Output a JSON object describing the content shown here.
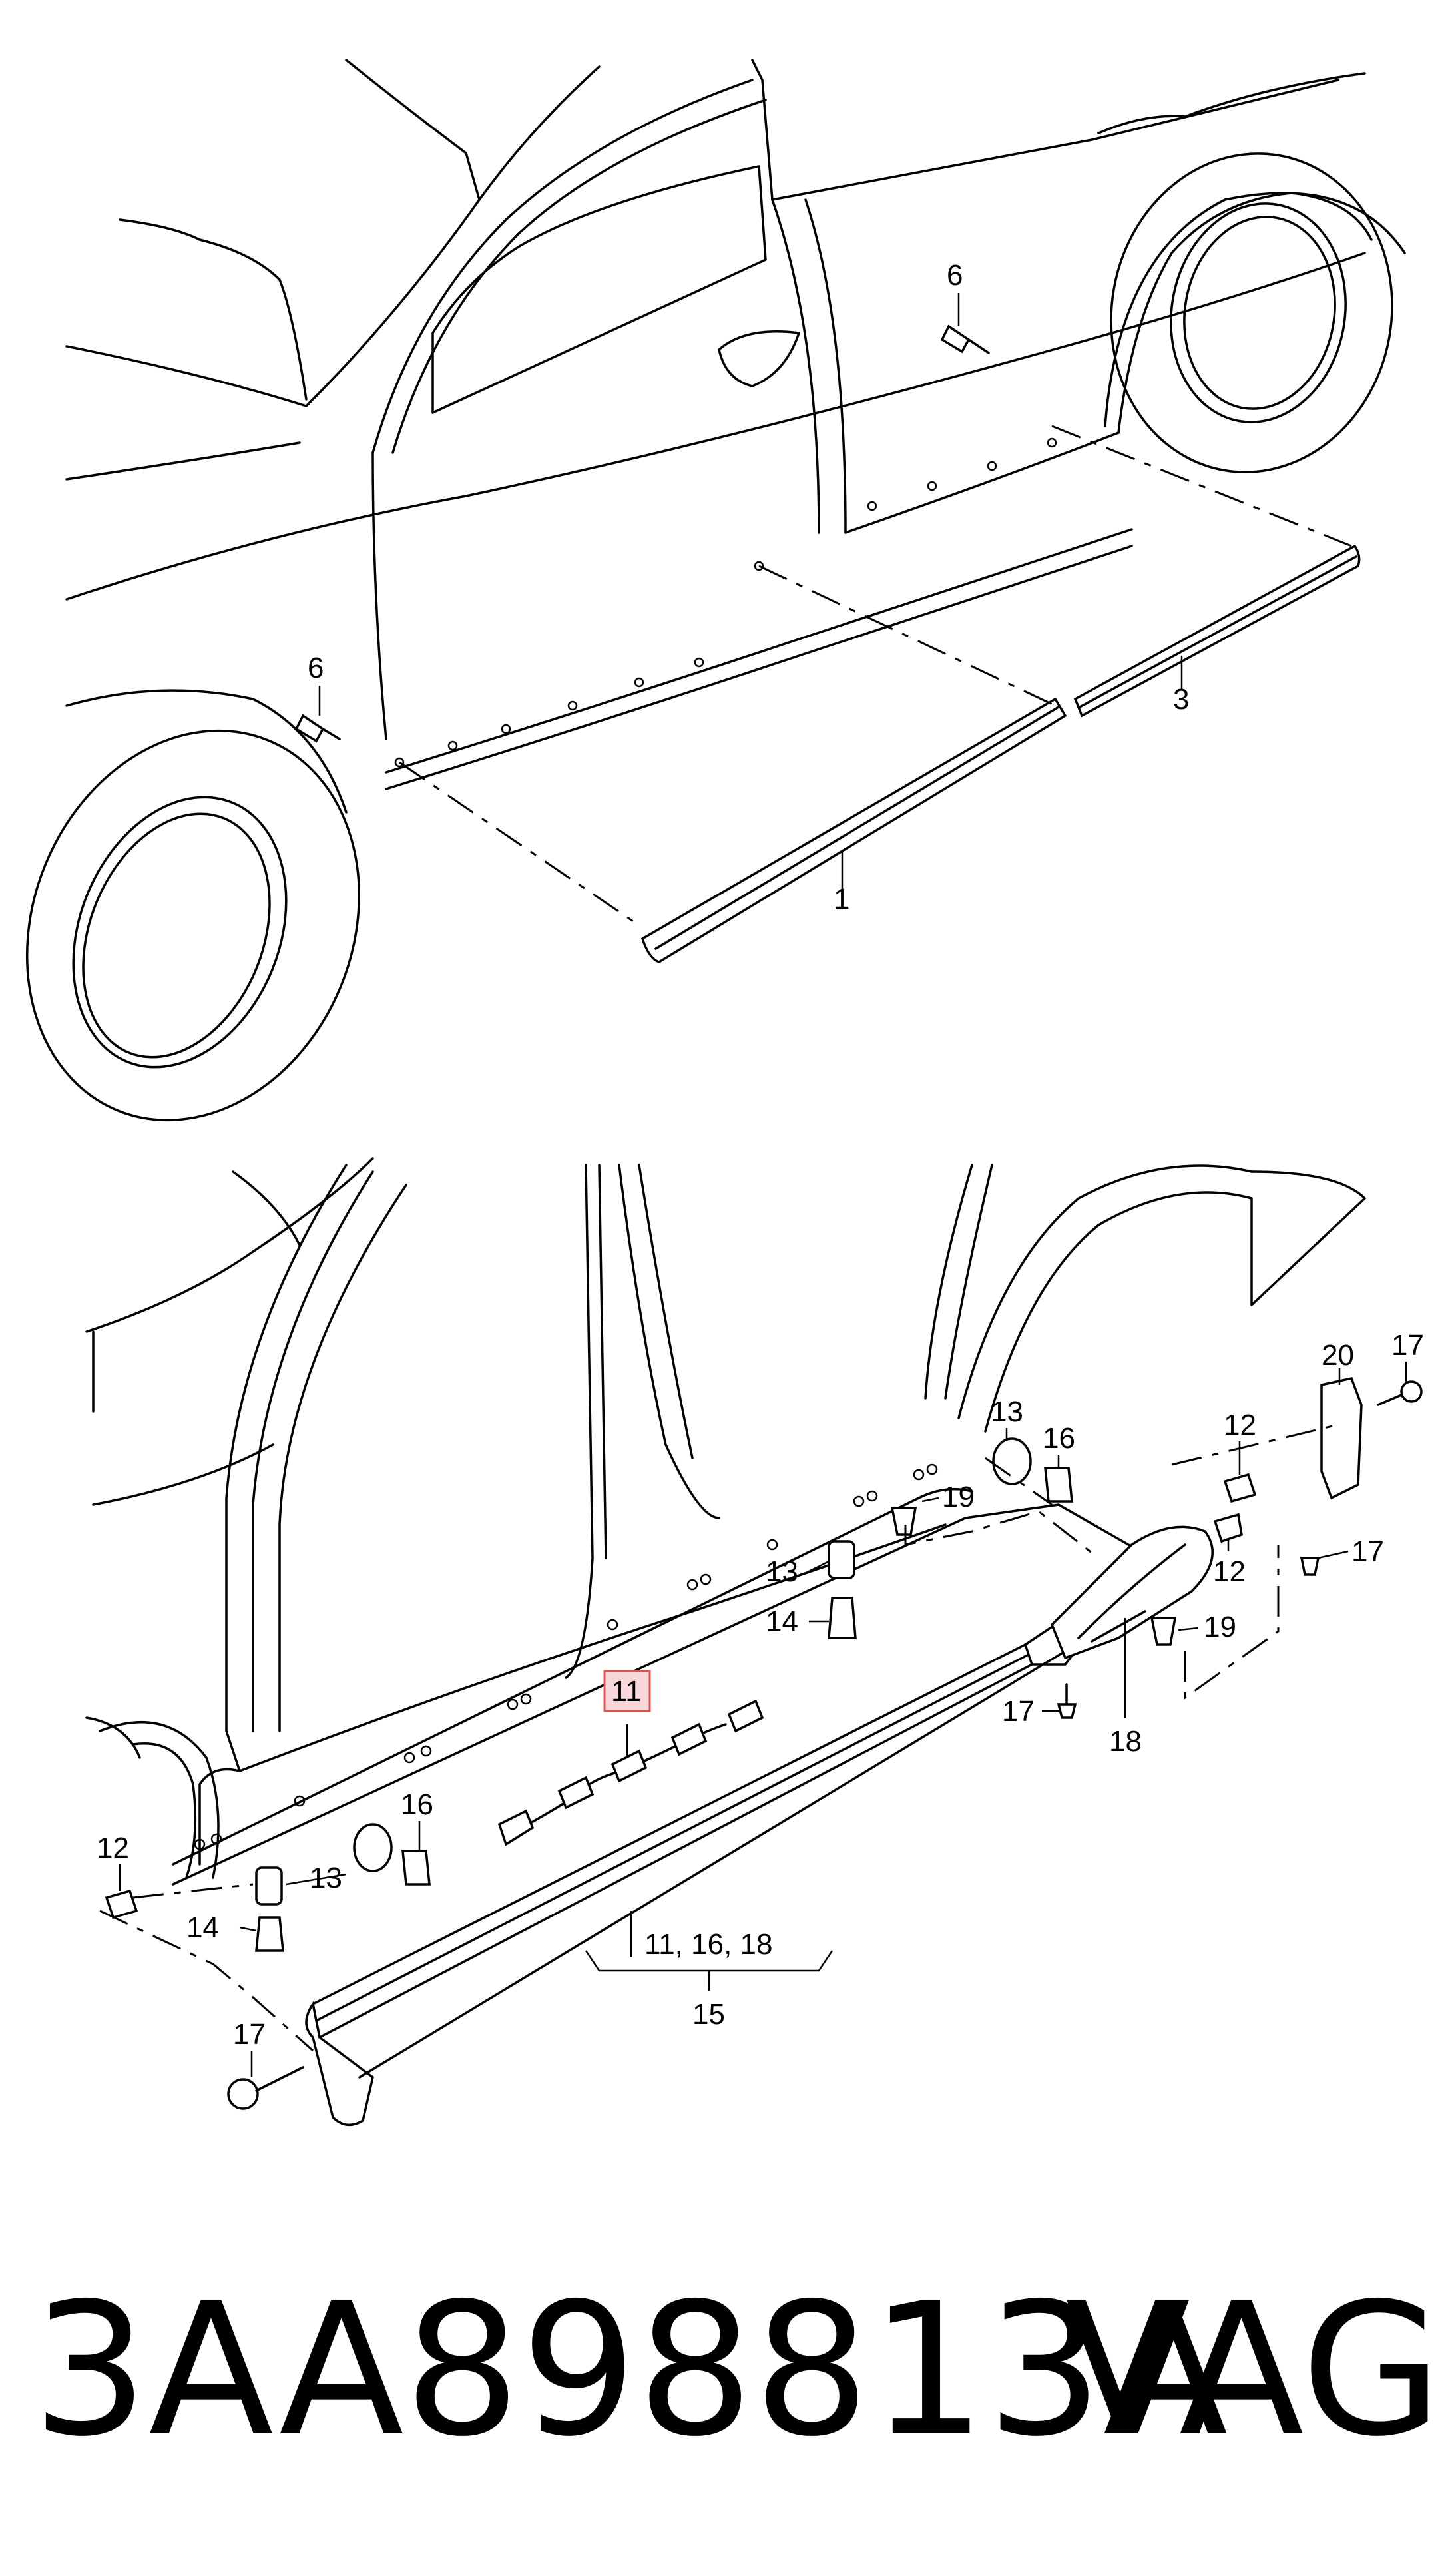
{
  "upper_callouts": {
    "c6a": "6",
    "c6b": "6",
    "c3": "3",
    "c1": "1"
  },
  "lower_callouts": {
    "c17_tr": "17",
    "c20": "20",
    "c13_r": "13",
    "c16_r": "16",
    "c12_r1": "12",
    "c19_r": "19",
    "c17_r": "17",
    "c12_r2": "12",
    "c13_m": "13",
    "c14_m": "14",
    "c19_low": "19",
    "c11_hl": "11",
    "c17_m": "17",
    "c18": "18",
    "c12_l": "12",
    "c16_l": "16",
    "c13_l": "13",
    "c14_l": "14",
    "c17_bl": "17",
    "c_group": "11, 16, 18",
    "c15": "15"
  },
  "highlight_color": "#f8d7da",
  "highlight_border": "#d9534f",
  "footer": {
    "part_number": "3AA898813A",
    "brand": "VAG"
  }
}
